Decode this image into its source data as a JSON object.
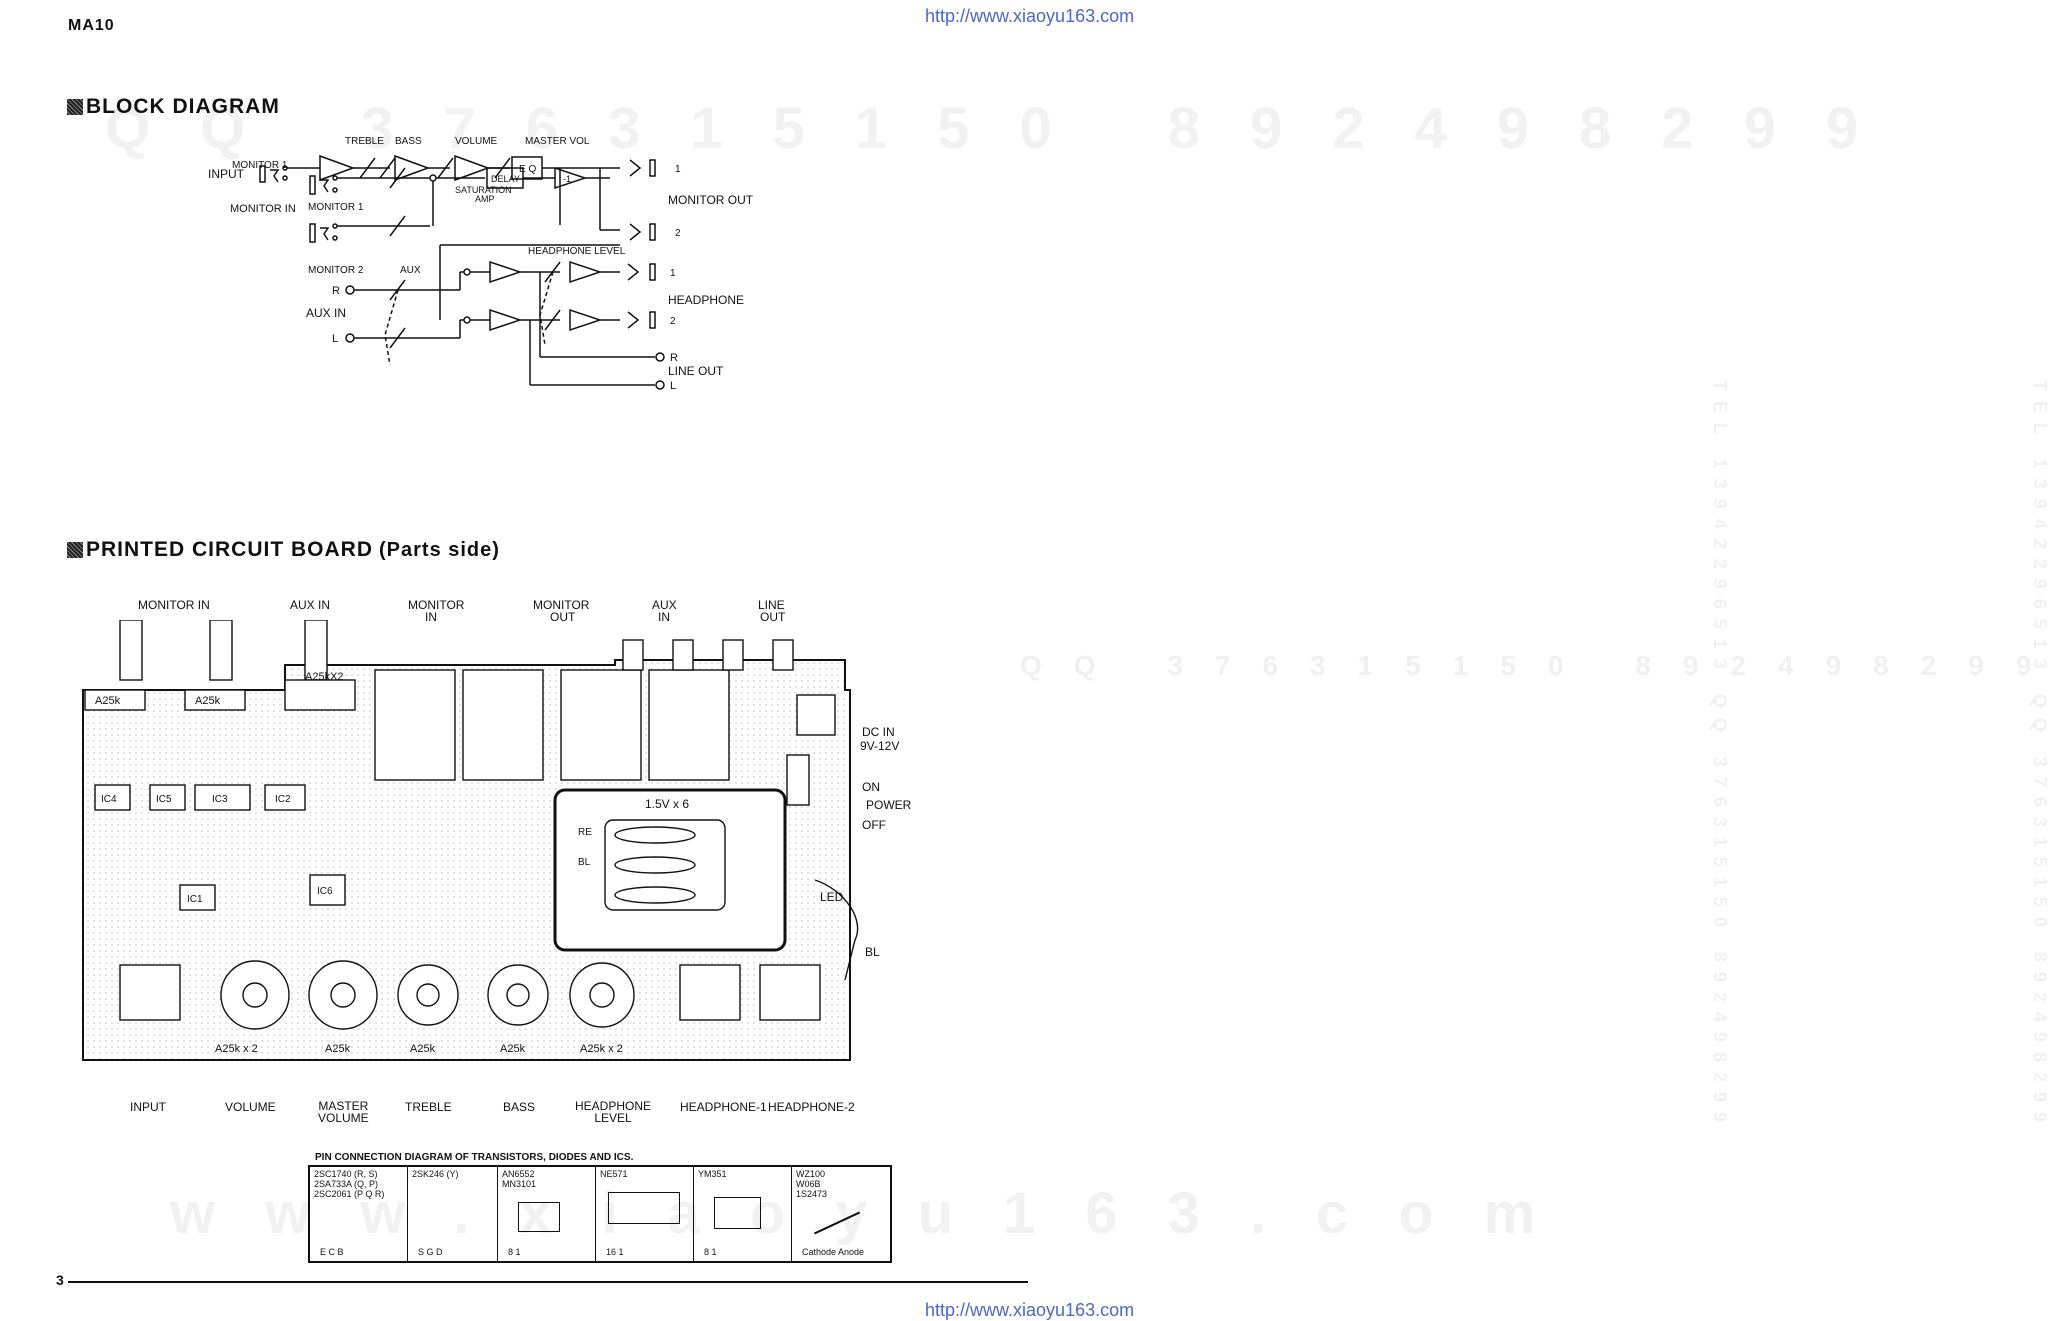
{
  "header": {
    "url_top": "http://www.xiaoyu163.com",
    "url_bottom": "http://www.xiaoyu163.com",
    "model": "MA10",
    "page_number": "3"
  },
  "watermarks": {
    "qq_top": "QQ 376315150   892498299",
    "qq_mid": "QQ 376315150 892498299",
    "site": "www.xiaoyu163.com",
    "side": "TEL 13942296513 QQ 376315150 892498299"
  },
  "block_diagram": {
    "title": "BLOCK DIAGRAM",
    "labels": {
      "treble": "TREBLE",
      "bass": "BASS",
      "volume": "VOLUME",
      "master_vol": "MASTER VOL",
      "eq": "E Q",
      "input": "INPUT",
      "saturation_amp": "SATURATION",
      "amp": "AMP",
      "monitor_out": "MONITOR OUT",
      "monitor_1": "MONITOR 1",
      "monitor_2": "MONITOR 2",
      "delay": "DELAY",
      "monitor_in": "MONITOR IN",
      "aux": "AUX",
      "aux_in": "AUX IN",
      "headphone_level": "HEADPHONE LEVEL",
      "headphone": "HEADPHONE",
      "line_out": "LINE OUT",
      "r": "R",
      "l": "L",
      "one": "1",
      "two": "2",
      "minus_one": "-1"
    }
  },
  "pcb": {
    "title": "PRINTED CIRCUIT BOARD",
    "subtitle": "(Parts side)",
    "top_labels": {
      "monitor_in_a": "MONITOR IN",
      "aux_in_a": "AUX IN",
      "monitor_in_b": "MONITOR",
      "monitor_in_b2": "IN",
      "monitor_out": "MONITOR",
      "monitor_out2": "OUT",
      "aux_in_b": "AUX",
      "aux_in_b2": "IN",
      "line_out": "LINE",
      "line_out2": "OUT"
    },
    "side_labels": {
      "dc_in": "DC IN",
      "dc_volt": "9V-12V",
      "on": "ON",
      "power": "POWER",
      "off": "OFF",
      "bl": "BL",
      "led": "LED",
      "battery": "1.5V x 6",
      "re": "RE"
    },
    "pots": [
      "A25k x 2",
      "A25k",
      "A25k",
      "A25k",
      "A25k x 2"
    ],
    "top_pots": [
      "A25k",
      "A25k",
      "A25kX2"
    ],
    "ics": [
      "IC4",
      "IC5",
      "IC3",
      "IC2",
      "IC1",
      "IC6"
    ],
    "bottom_labels": [
      "INPUT",
      "VOLUME",
      "MASTER\nVOLUME",
      "TREBLE",
      "BASS",
      "HEADPHONE\nLEVEL",
      "HEADPHONE-1",
      "HEADPHONE-2"
    ]
  },
  "pin_diagram": {
    "title": "PIN CONNECTION DIAGRAM OF TRANSISTORS, DIODES AND ICS.",
    "cells": [
      {
        "parts": "2SC1740 (R, S)\n2SA733A (Q, P)\n2SC2061 (P Q R)",
        "pins": "E C B"
      },
      {
        "parts": "2SK246 (Y)",
        "pins": "S G D"
      },
      {
        "parts": "AN6552\nMN3101",
        "pins": "8 1"
      },
      {
        "parts": "NE571",
        "pins": "16 1"
      },
      {
        "parts": "YM351",
        "pins": "8 1"
      },
      {
        "parts": "WZ100\nW06B\n1S2473",
        "pins": "Cathode Anode"
      }
    ]
  }
}
